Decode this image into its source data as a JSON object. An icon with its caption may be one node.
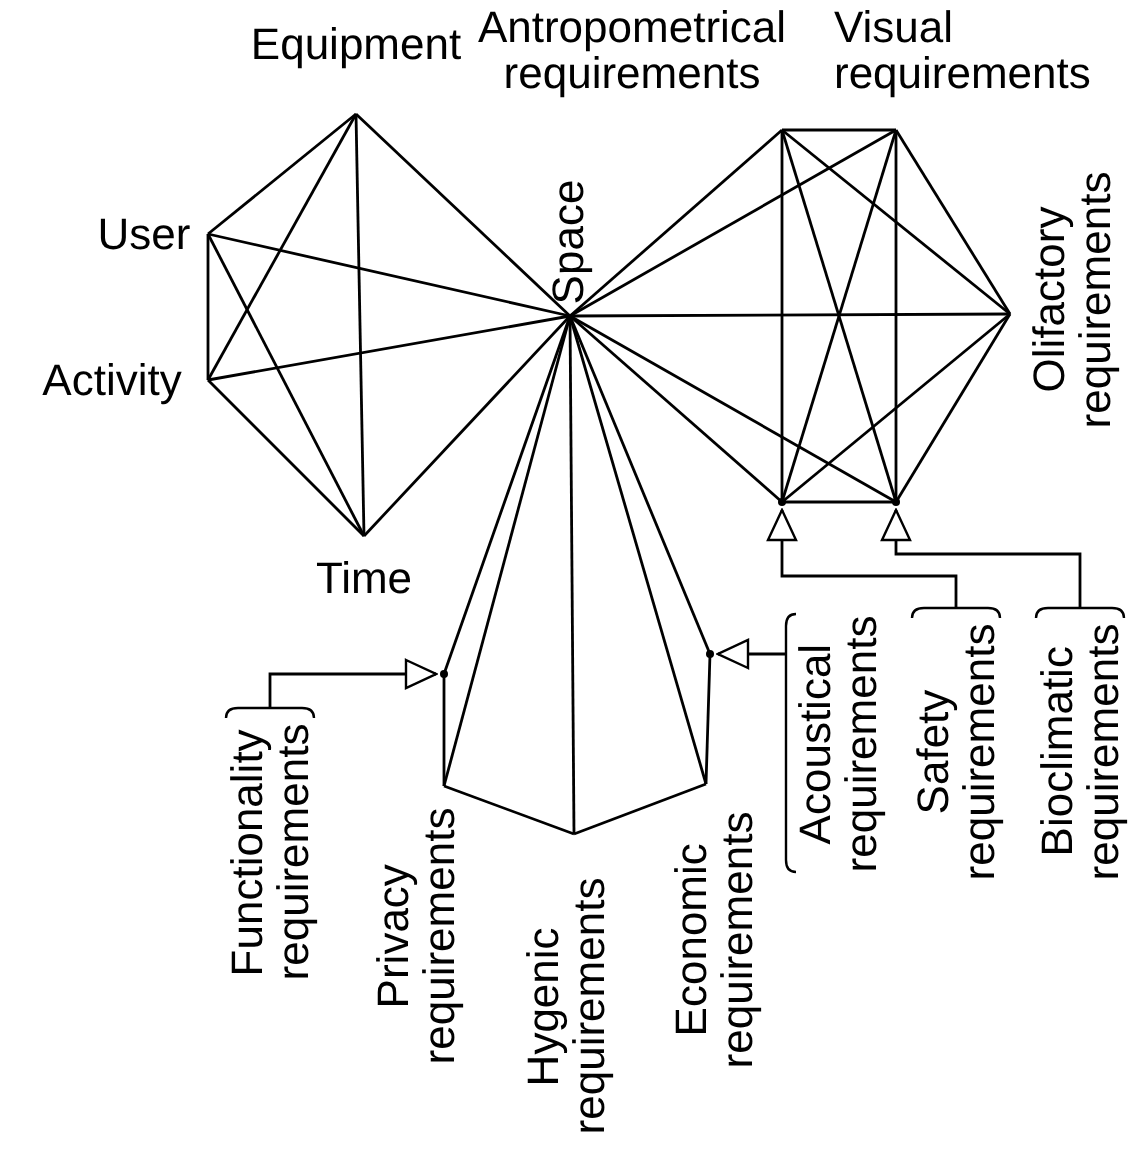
{
  "diagram": {
    "nodes": [
      {
        "text": [
          "Equipment"
        ]
      },
      {
        "text": [
          "User"
        ]
      },
      {
        "text": [
          "Activity"
        ]
      },
      {
        "text": [
          "Time"
        ]
      },
      {
        "text": [
          "Space"
        ]
      },
      {
        "text": [
          "Antropometrical requirements"
        ]
      },
      {
        "text": [
          "Visual requirements"
        ]
      },
      {
        "text": [
          "Olifactory requirements"
        ]
      },
      {
        "text": [],
        "shape": "dot"
      },
      {
        "text": [],
        "shape": "dot"
      },
      {
        "text": [],
        "shape": "dot"
      },
      {
        "text": [
          "Privacy requirements"
        ]
      },
      {
        "text": [
          "Hygenic requirements"
        ]
      },
      {
        "text": [
          "Economic requirements"
        ]
      },
      {
        "text": [],
        "shape": "dot"
      },
      {
        "text": [
          "Functionality requirements"
        ]
      },
      {
        "text": [
          "Acoustical requirements"
        ]
      },
      {
        "text": [
          "Safety requirements"
        ]
      },
      {
        "text": [
          "Bioclimatic requirements"
        ]
      }
    ],
    "edges": [
      {
        "from": 1,
        "to": 0,
        "arrow": "none"
      },
      {
        "from": 0,
        "to": 2,
        "arrow": "none"
      },
      {
        "from": 0,
        "to": 3,
        "arrow": "none"
      },
      {
        "from": 0,
        "to": 4,
        "arrow": "none"
      },
      {
        "from": 1,
        "to": 2,
        "arrow": "none"
      },
      {
        "from": 1,
        "to": 3,
        "arrow": "none"
      },
      {
        "from": 1,
        "to": 4,
        "arrow": "none"
      },
      {
        "from": 2,
        "to": 4,
        "arrow": "none"
      },
      {
        "from": 2,
        "to": 3,
        "arrow": "none"
      },
      {
        "from": 3,
        "to": 4,
        "arrow": "none"
      },
      {
        "from": 4,
        "to": 5,
        "arrow": "none"
      },
      {
        "from": 4,
        "to": 6,
        "arrow": "none"
      },
      {
        "from": 4,
        "to": 7,
        "arrow": "none"
      },
      {
        "from": 4,
        "to": 8,
        "arrow": "none"
      },
      {
        "from": 4,
        "to": 9,
        "arrow": "none"
      },
      {
        "from": 5,
        "to": 6,
        "arrow": "none"
      },
      {
        "from": 5,
        "to": 7,
        "arrow": "none"
      },
      {
        "from": 5,
        "to": 8,
        "arrow": "none"
      },
      {
        "from": 5,
        "to": 9,
        "arrow": "none"
      },
      {
        "from": 6,
        "to": 7,
        "arrow": "none"
      },
      {
        "from": 6,
        "to": 8,
        "arrow": "none"
      },
      {
        "from": 6,
        "to": 9,
        "arrow": "none"
      },
      {
        "from": 7,
        "to": 8,
        "arrow": "none"
      },
      {
        "from": 7,
        "to": 9,
        "arrow": "none"
      },
      {
        "from": 8,
        "to": 9,
        "arrow": "none"
      },
      {
        "from": 4,
        "to": 10,
        "arrow": "none"
      },
      {
        "from": 4,
        "to": 11,
        "arrow": "none"
      },
      {
        "from": 4,
        "to": 12,
        "arrow": "none"
      },
      {
        "from": 4,
        "to": 13,
        "arrow": "none"
      },
      {
        "from": 4,
        "to": 14,
        "arrow": "none"
      },
      {
        "from": 10,
        "to": 11,
        "arrow": "none"
      },
      {
        "from": 11,
        "to": 12,
        "arrow": "none"
      },
      {
        "from": 12,
        "to": 13,
        "arrow": "none"
      },
      {
        "from": 13,
        "to": 14,
        "arrow": "none"
      },
      {
        "from": 15,
        "to": 10,
        "arrow": "to"
      },
      {
        "from": 16,
        "to": 14,
        "arrow": "to"
      },
      {
        "from": 17,
        "to": 8,
        "arrow": "to"
      },
      {
        "from": 18,
        "to": 9,
        "arrow": "to"
      }
    ]
  }
}
